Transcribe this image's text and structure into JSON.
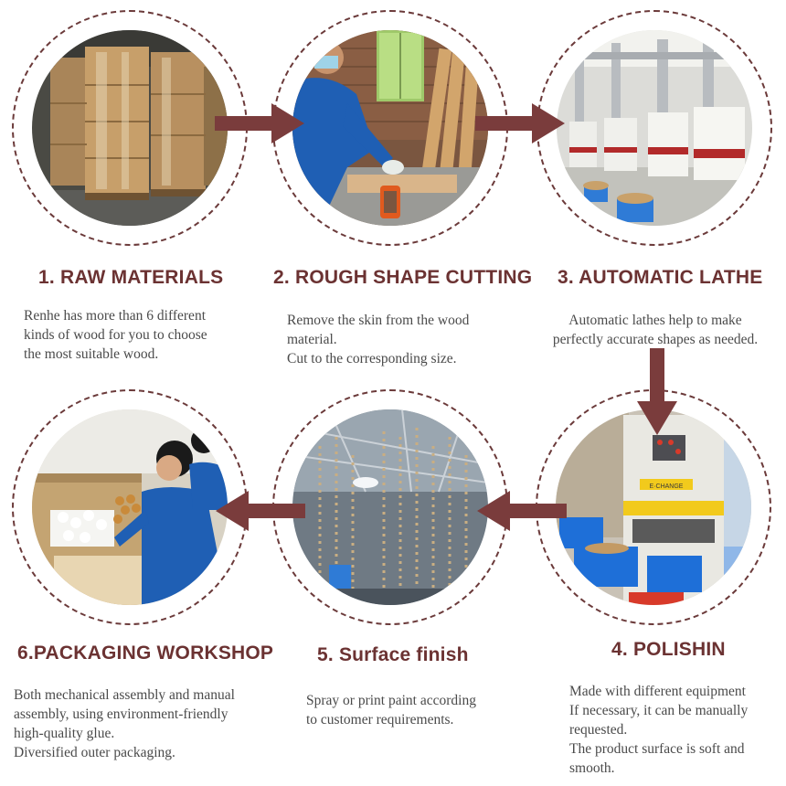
{
  "steps": [
    {
      "title": "1. RAW MATERIALS",
      "lines": [
        "Renhe has more than 6 different",
        "kinds of wood for you to choose",
        "the most suitable wood."
      ],
      "photo": "stacked-wood-pallets-photo"
    },
    {
      "title": "2. ROUGH SHAPE CUTTING",
      "lines": [
        "Remove the skin from the wood",
        "material.",
        "Cut to the corresponding size."
      ],
      "photo": "worker-cutting-wood-photo"
    },
    {
      "title": "3. AUTOMATIC LATHE",
      "lines": [
        "Automatic lathes help to make",
        "perfectly accurate shapes as needed."
      ],
      "photo": "automatic-lathe-machines-photo"
    },
    {
      "title": "4. POLISHIN",
      "lines": [
        "Made with different equipment",
        "If necessary, it can be manually",
        "requested.",
        "The product surface is soft and",
        "smooth."
      ],
      "photo": "polishing-machine-photo",
      "machine_label": "E·CHANGE"
    },
    {
      "title": "5. Surface finish",
      "lines": [
        "Spray or print paint according",
        "to customer requirements."
      ],
      "photo": "paint-spray-line-photo"
    },
    {
      "title": "6.PACKAGING WORKSHOP",
      "lines": [
        "Both mechanical assembly and manual",
        "assembly, using environment-friendly",
        "high-quality glue.",
        "Diversified outer packaging."
      ],
      "photo": "packaging-worker-photo"
    }
  ],
  "colors": {
    "title": "#6b3232",
    "arrow": "#7a3c3c",
    "ring": "#6b3a3a",
    "text": "#4a4a4a"
  }
}
